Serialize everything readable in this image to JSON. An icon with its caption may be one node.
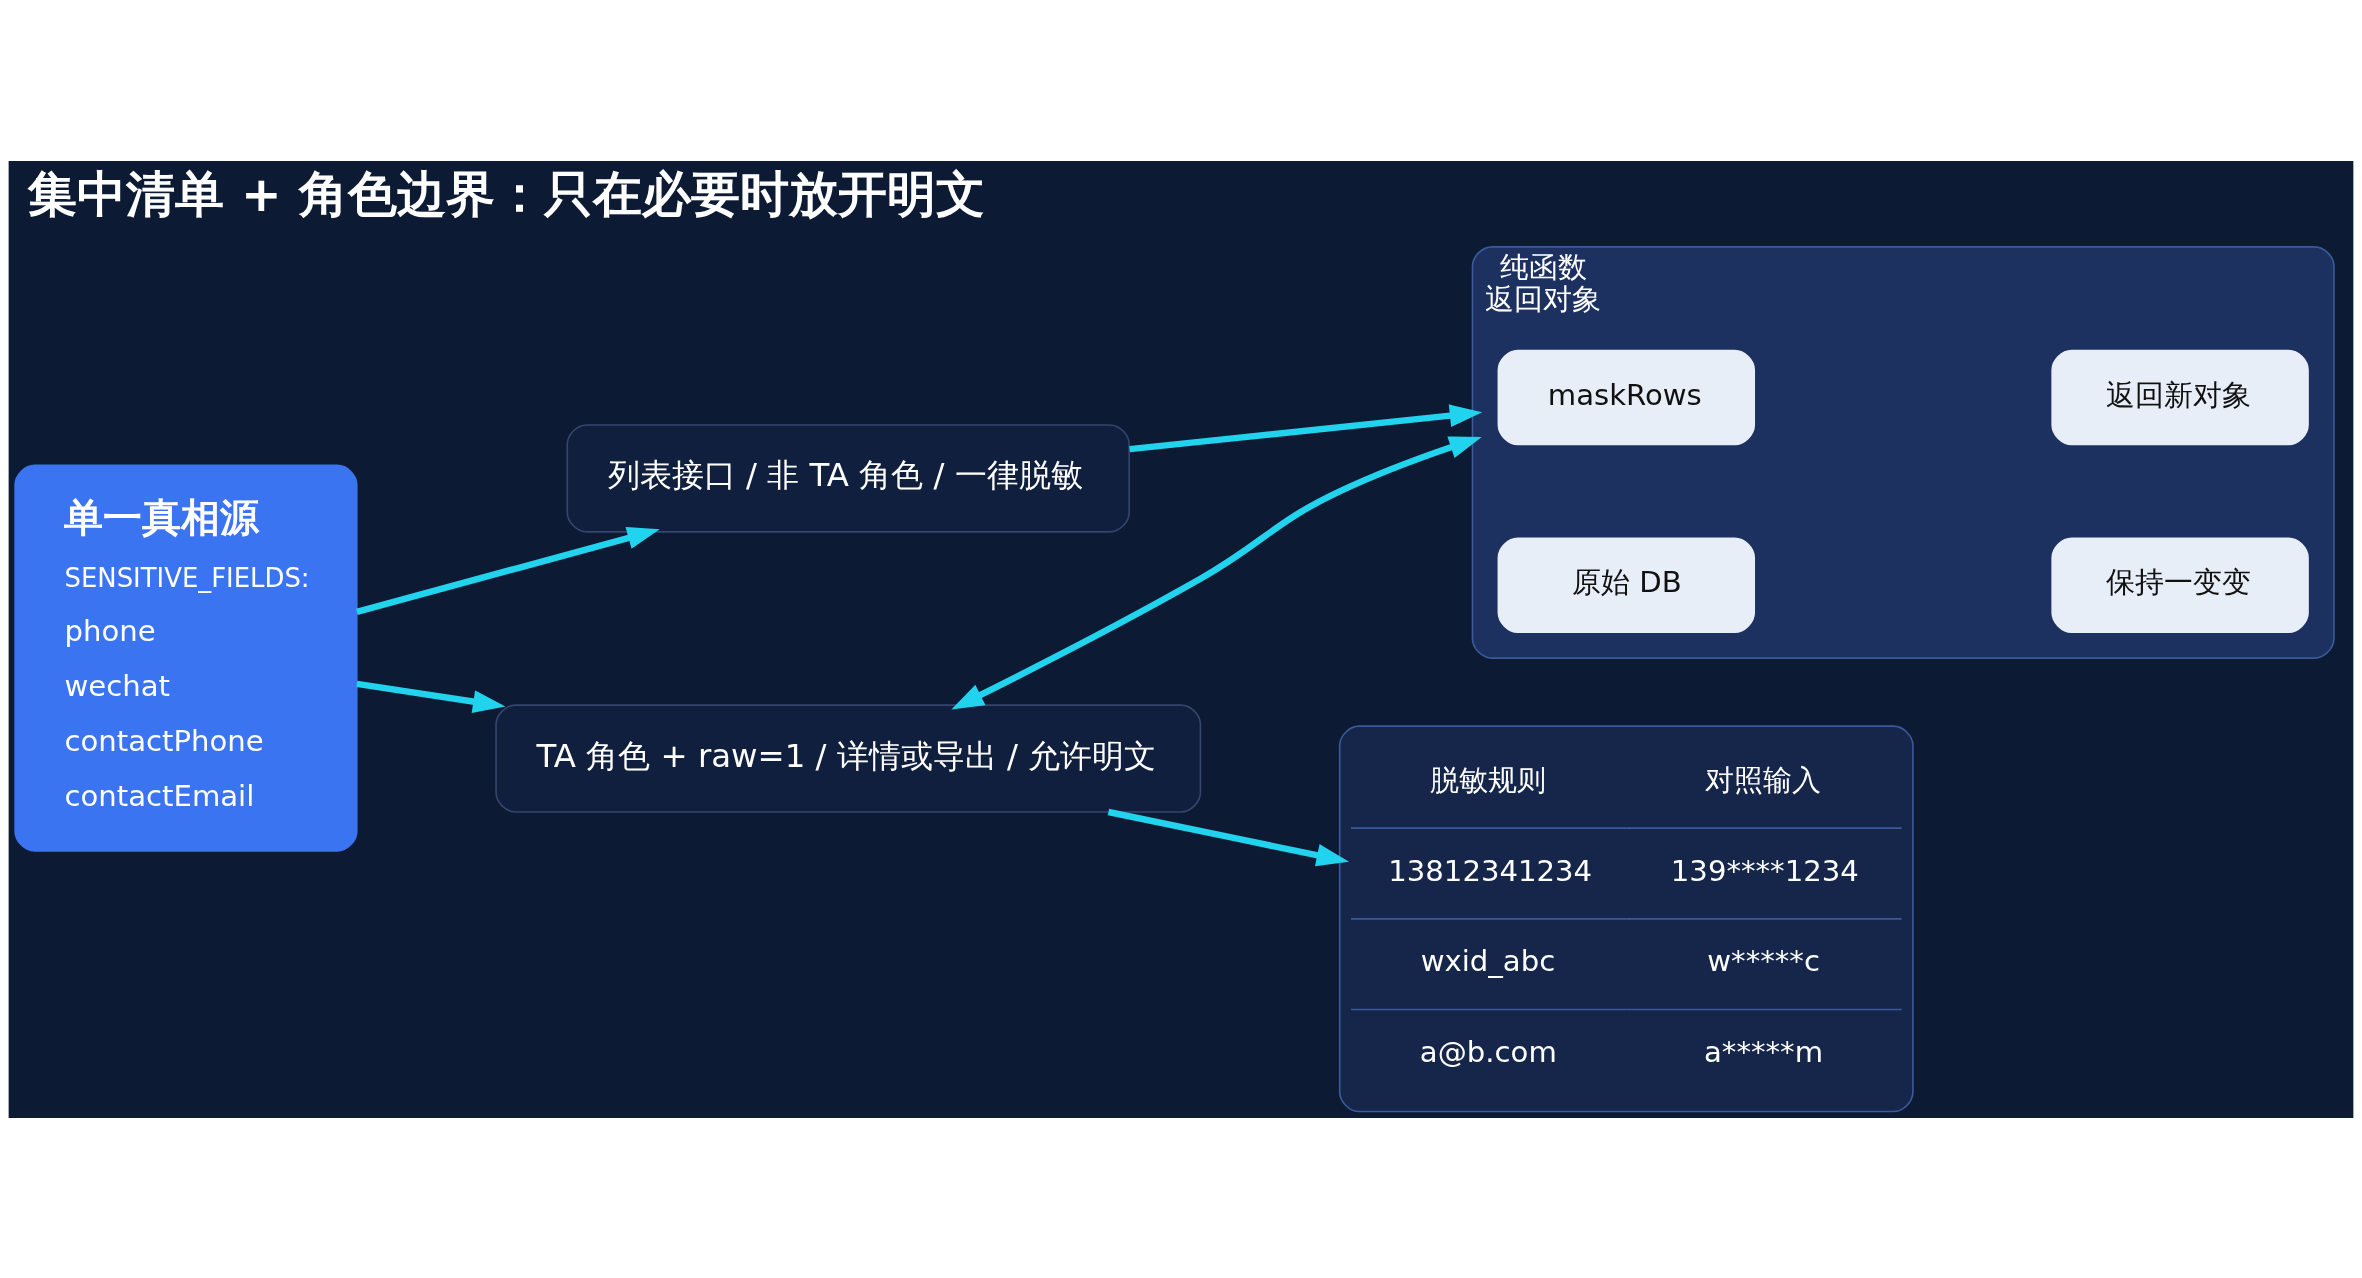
{
  "diagram": {
    "title": "集中清单 + 角色边界：只在必要时放开明文",
    "nodes": [
      {
        "text": [
          "单一真相源",
          "SENSITIVE_FIELDS:",
          "phone",
          "wechat",
          "contactPhone",
          "contactEmail"
        ]
      },
      {
        "text": [
          "列表接口 / 非 TA 角色 / 一律脱敏"
        ]
      },
      {
        "text": [
          "TA 角色 + raw=1 / 详情或导出 / 允许明文"
        ]
      },
      {
        "text": [
          "纯函数",
          "返回对象"
        ]
      },
      {
        "text": [
          "maskRows"
        ],
        "in": 3
      },
      {
        "text": [
          "返回新对象"
        ],
        "in": 3
      },
      {
        "text": [
          "原始 DB"
        ],
        "in": 3
      },
      {
        "text": [
          "保持一变变"
        ],
        "in": 3
      },
      {
        "text": [
          "脱敏规则",
          "对照输入",
          "13812341234",
          "139****1234",
          "wxid_abc",
          "w*****c",
          "a@b.com",
          "a*****m"
        ]
      }
    ],
    "edges": [
      {
        "from": 0,
        "to": 1,
        "arrow": "to"
      },
      {
        "from": 0,
        "to": 2,
        "arrow": "to"
      },
      {
        "from": 1,
        "to": 3,
        "arrow": "to"
      },
      {
        "from": 2,
        "to": 8,
        "arrow": "to"
      },
      {
        "from": 2,
        "to": 3,
        "arrow": "both"
      }
    ]
  }
}
